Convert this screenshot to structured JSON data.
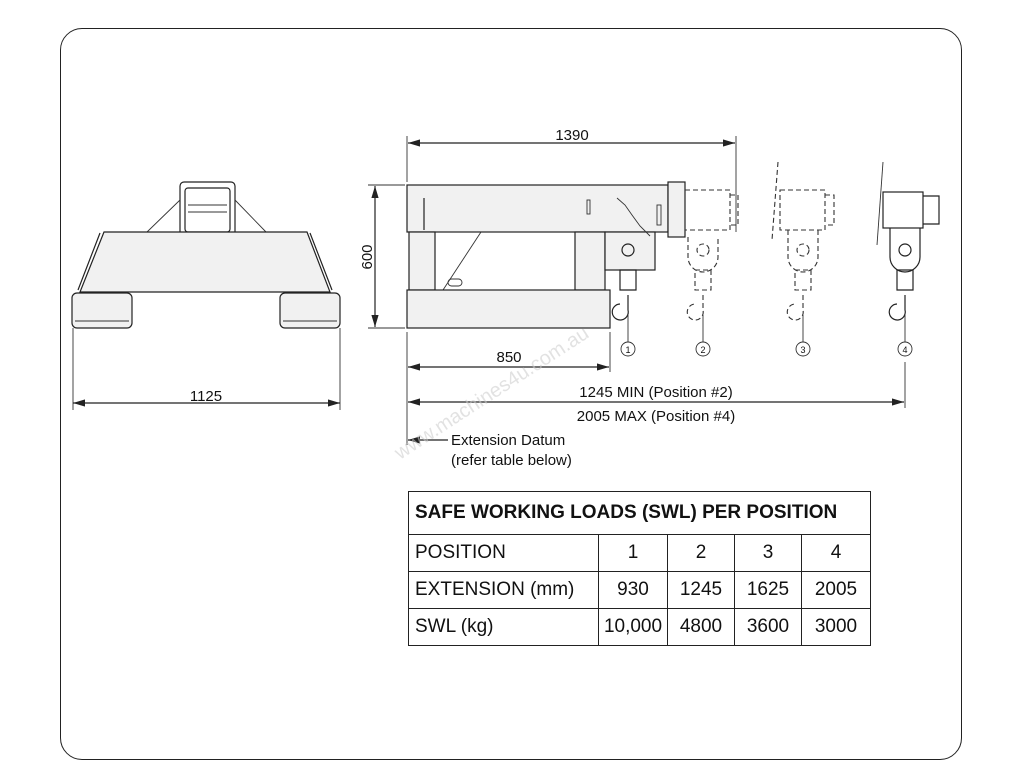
{
  "dimensions": {
    "front_width": "1125",
    "overall_length": "1390",
    "height": "600",
    "base_length": "850",
    "min_extension": "1245 MIN (Position #2)",
    "max_extension": "2005 MAX (Position #4)",
    "datum_line1": "Extension Datum",
    "datum_line2": "(refer table below)"
  },
  "hook_positions": [
    "1",
    "2",
    "3",
    "4"
  ],
  "watermark": "www.machines4u.com.au",
  "table": {
    "title": "SAFE WORKING LOADS (SWL) PER POSITION",
    "rows": [
      {
        "label": "POSITION",
        "values": [
          "1",
          "2",
          "3",
          "4"
        ]
      },
      {
        "label": "EXTENSION (mm)",
        "values": [
          "930",
          "1245",
          "1625",
          "2005"
        ]
      },
      {
        "label": "SWL (kg)",
        "values": [
          "10,000",
          "4800",
          "3600",
          "3000"
        ]
      }
    ]
  }
}
